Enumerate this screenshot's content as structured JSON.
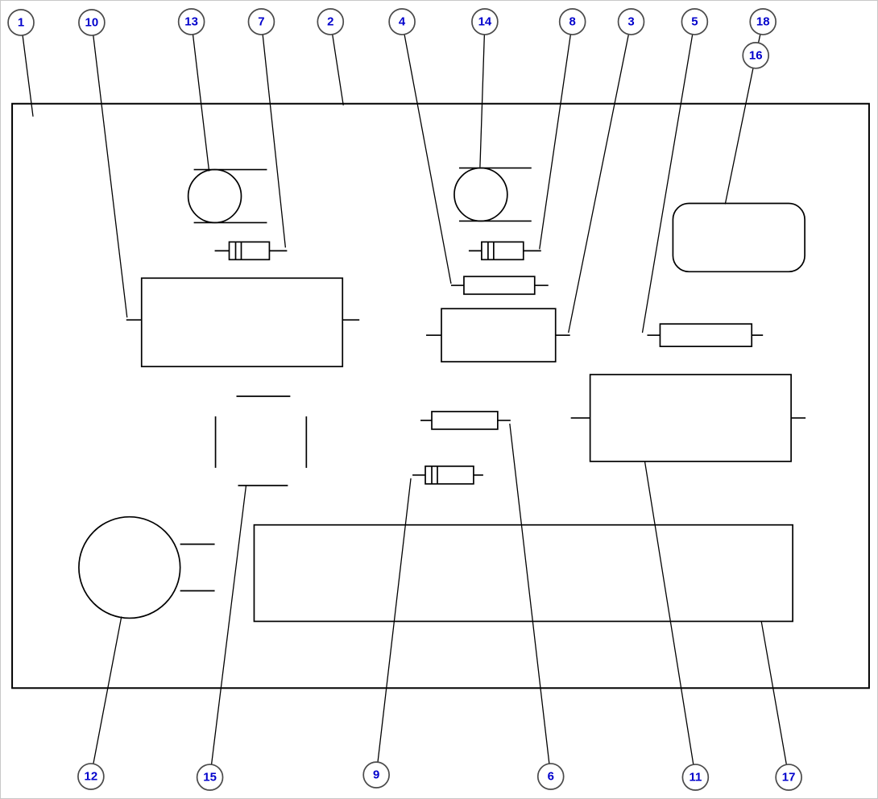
{
  "diagram": {
    "description": "circuit-board parts callout diagram",
    "colors": {
      "callout_number": "#0000cc",
      "callout_circle_stroke": "#4a4a4a",
      "line": "#000000",
      "background": "#ffffff",
      "page_border": "#c8c8c8"
    },
    "callouts": [
      {
        "label": "1",
        "target": "board-outline"
      },
      {
        "label": "2",
        "target": "board-top-edge"
      },
      {
        "label": "3",
        "target": "module-center"
      },
      {
        "label": "4",
        "target": "resistor-center-upper"
      },
      {
        "label": "5",
        "target": "resistor-right"
      },
      {
        "label": "6",
        "target": "resistor-center-mid"
      },
      {
        "label": "7",
        "target": "small-component-left"
      },
      {
        "label": "8",
        "target": "small-component-center"
      },
      {
        "label": "9",
        "target": "small-component-lower"
      },
      {
        "label": "10",
        "target": "module-left"
      },
      {
        "label": "11",
        "target": "module-right"
      },
      {
        "label": "12",
        "target": "round-component"
      },
      {
        "label": "13",
        "target": "capacitor-left"
      },
      {
        "label": "14",
        "target": "capacitor-center"
      },
      {
        "label": "15",
        "target": "socket-component"
      },
      {
        "label": "16",
        "target": "rounded-module"
      },
      {
        "label": "17",
        "target": "bottom-module"
      },
      {
        "label": "18",
        "target": "rounded-module"
      }
    ]
  }
}
